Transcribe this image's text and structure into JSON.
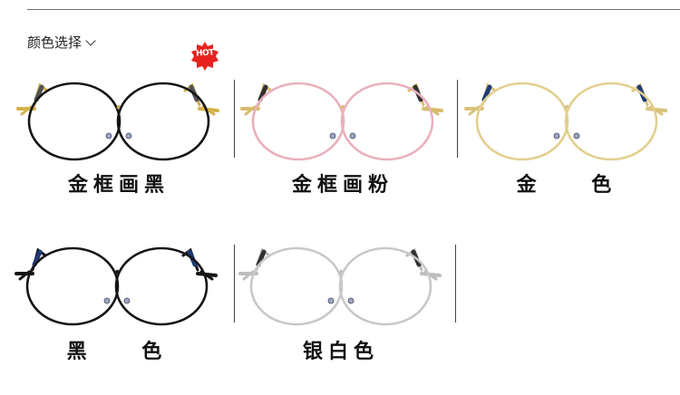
{
  "header": {
    "title": "颜色选择"
  },
  "hot_badge": {
    "text": "HOT",
    "color": "#e8231e"
  },
  "products": [
    {
      "label": "金框画黑",
      "frame": "#151515",
      "bridge": "#d4b24a",
      "temple": "#d4b24a",
      "tip": "#555555"
    },
    {
      "label": "金框画粉",
      "frame": "#eab0bc",
      "bridge": "#d8bc6a",
      "temple": "#d8bc6a",
      "tip": "#333333"
    },
    {
      "label": "金    色",
      "frame": "#e3cf8f",
      "bridge": "#d9c27a",
      "temple": "#d9c27a",
      "tip": "#1f3b73"
    },
    {
      "label": "黑    色",
      "frame": "#151515",
      "bridge": "#151515",
      "temple": "#151515",
      "tip": "#1f3b73"
    },
    {
      "label": "银白色",
      "frame": "#c8c8c8",
      "bridge": "#bdbdbd",
      "temple": "#bdbdbd",
      "tip": "#333333"
    }
  ]
}
